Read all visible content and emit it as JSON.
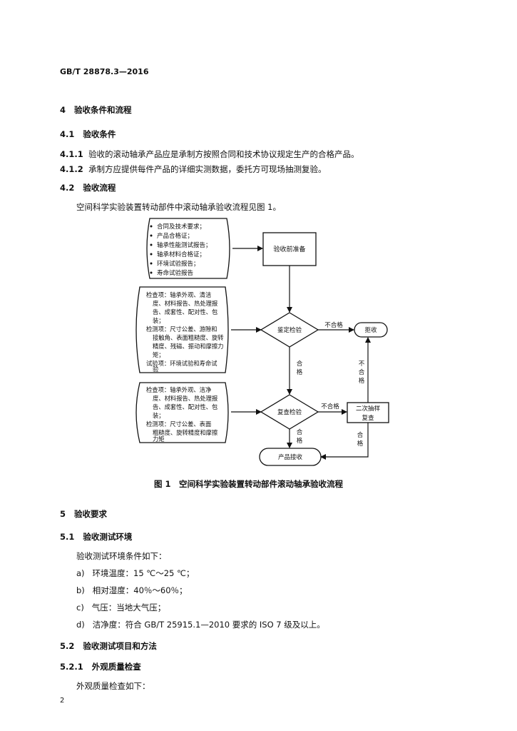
{
  "header": {
    "standard_code": "GB/T 28878.3—2016"
  },
  "sections": {
    "s4": {
      "num": "4",
      "title": "验收条件和流程"
    },
    "s4_1": {
      "num": "4.1",
      "title": "验收条件"
    },
    "s4_1_1": {
      "num": "4.1.1",
      "text": "验收的滚动轴承产品应是承制方按照合同和技术协议规定生产的合格产品。"
    },
    "s4_1_2": {
      "num": "4.1.2",
      "text": "承制方应提供每件产品的详细实测数据，委托方可现场抽测复验。"
    },
    "s4_2": {
      "num": "4.2",
      "title": "验收流程",
      "intro": "空间科学实验装置转动部件中滚动轴承验收流程见图 1。"
    },
    "s5": {
      "num": "5",
      "title": "验收要求"
    },
    "s5_1": {
      "num": "5.1",
      "title": "验收测试环境",
      "intro": "验收测试环境条件如下："
    },
    "s5_2": {
      "num": "5.2",
      "title": "验收测试项目和方法"
    },
    "s5_2_1": {
      "num": "5.2.1",
      "title": "外观质量检查",
      "intro": "外观质量检查如下："
    }
  },
  "env_list": [
    {
      "mark": "a)",
      "text": "环境温度：15 ℃～25 ℃；"
    },
    {
      "mark": "b)",
      "text": "相对湿度：40％～60％；"
    },
    {
      "mark": "c)",
      "text": "气压：当地大气压；"
    },
    {
      "mark": "d)",
      "text": "洁净度：符合 GB/T 25915.1—2010 要求的 ISO 7 级及以上。"
    }
  ],
  "figure": {
    "caption": "图 1　空间科学实验装置转动部件滚动轴承验收流程",
    "docs_list": [
      "合同及技术要求；",
      "产品合格证；",
      "轴承性能测试报告；",
      "轴承材料合格证；",
      "环境试验报告；",
      "寿命试验报告"
    ],
    "prep_box": "验收前准备",
    "inspect1_lines": [
      "检查项：轴承外观、清洁",
      "度、材料报告、热处理报",
      "告、成套性、配对性、包",
      "装；",
      "检测项：尺寸公差、游隙和",
      "接触角、表面粗糙度、旋转",
      "精度、残磁、振动和摩擦力",
      "矩；",
      "试验项：环境试验和寿命试",
      "验"
    ],
    "inspect2_lines": [
      "检查项：轴承外观、洁净",
      "度、材料报告、热处理报",
      "告、成套性、配对性、包",
      "装；",
      "检测项：尺寸公差、表面",
      "粗糙度、旋转精度和摩擦",
      "力矩"
    ],
    "decision1": "鉴定检验",
    "decision2": "复查检验",
    "reject": "拒收",
    "resample": [
      "二次抽样",
      "复查"
    ],
    "accept": "产品接收",
    "fail": "不合格",
    "pass": "合格",
    "fail_v": [
      "不",
      "合",
      "格"
    ],
    "pass_v": [
      "合",
      "格"
    ]
  },
  "page_number": "2"
}
